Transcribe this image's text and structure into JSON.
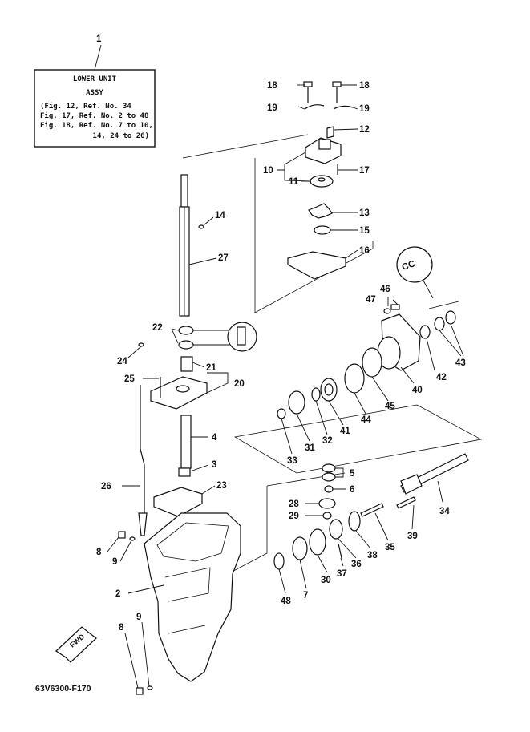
{
  "diagram": {
    "box": {
      "ref": "1",
      "lines": [
        "LOWER UNIT",
        "ASSY",
        "(Fig. 12, Ref. No. 34",
        " Fig. 17, Ref. No. 2 to 48",
        " Fig. 18, Ref. No. 7 to 10,",
        "14, 24 to 26)"
      ]
    },
    "code": "63V6300-F170",
    "fwd": "FWD",
    "cc_mark": "CC",
    "callouts": [
      {
        "id": "c18a",
        "text": "18"
      },
      {
        "id": "c18b",
        "text": "18"
      },
      {
        "id": "c19a",
        "text": "19"
      },
      {
        "id": "c19b",
        "text": "19"
      },
      {
        "id": "c12",
        "text": "12"
      },
      {
        "id": "c10",
        "text": "10"
      },
      {
        "id": "c17",
        "text": "17"
      },
      {
        "id": "c11",
        "text": "11"
      },
      {
        "id": "c14",
        "text": "14"
      },
      {
        "id": "c13",
        "text": "13"
      },
      {
        "id": "c15",
        "text": "15"
      },
      {
        "id": "c27",
        "text": "27"
      },
      {
        "id": "c16",
        "text": "16"
      },
      {
        "id": "c46",
        "text": "46"
      },
      {
        "id": "c47",
        "text": "47"
      },
      {
        "id": "c22",
        "text": "22"
      },
      {
        "id": "c24",
        "text": "24"
      },
      {
        "id": "c43",
        "text": "43"
      },
      {
        "id": "c21",
        "text": "21"
      },
      {
        "id": "c42",
        "text": "42"
      },
      {
        "id": "c20",
        "text": "20"
      },
      {
        "id": "c25",
        "text": "25"
      },
      {
        "id": "c40",
        "text": "40"
      },
      {
        "id": "c45",
        "text": "45"
      },
      {
        "id": "c44",
        "text": "44"
      },
      {
        "id": "c41",
        "text": "41"
      },
      {
        "id": "c32",
        "text": "32"
      },
      {
        "id": "c31",
        "text": "31"
      },
      {
        "id": "c4",
        "text": "4"
      },
      {
        "id": "c33",
        "text": "33"
      },
      {
        "id": "c3",
        "text": "3"
      },
      {
        "id": "c5",
        "text": "5"
      },
      {
        "id": "c26",
        "text": "26"
      },
      {
        "id": "c23",
        "text": "23"
      },
      {
        "id": "c6",
        "text": "6"
      },
      {
        "id": "c34",
        "text": "34"
      },
      {
        "id": "c28",
        "text": "28"
      },
      {
        "id": "c29",
        "text": "29"
      },
      {
        "id": "c39",
        "text": "39"
      },
      {
        "id": "c8a",
        "text": "8"
      },
      {
        "id": "c9a",
        "text": "9"
      },
      {
        "id": "c35",
        "text": "35"
      },
      {
        "id": "c38",
        "text": "38"
      },
      {
        "id": "c36",
        "text": "36"
      },
      {
        "id": "c37",
        "text": "37"
      },
      {
        "id": "c30",
        "text": "30"
      },
      {
        "id": "c2",
        "text": "2"
      },
      {
        "id": "c7",
        "text": "7"
      },
      {
        "id": "c48",
        "text": "48"
      },
      {
        "id": "c8b",
        "text": "8"
      },
      {
        "id": "c9b",
        "text": "9"
      }
    ]
  }
}
